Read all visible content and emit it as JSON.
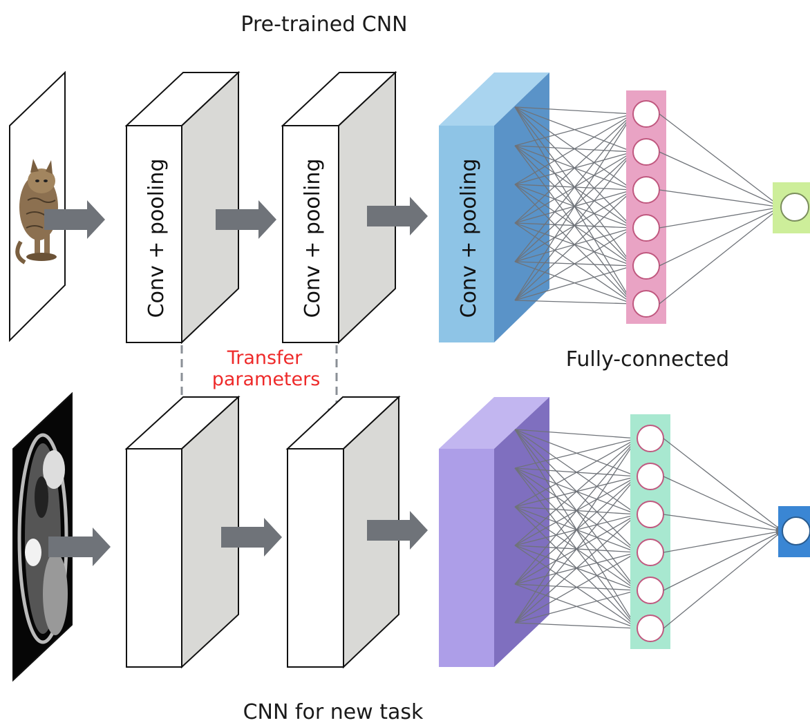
{
  "diagram": {
    "top_title": "Pre-trained CNN",
    "bottom_title": "CNN for new task",
    "fully_connected_label": "Fully-connected",
    "transfer_label_line1": "Transfer",
    "transfer_label_line2": "parameters",
    "conv_label": "Conv + pooling",
    "top_row": {
      "input_image": "cat photo",
      "fc_nodes": 6,
      "fc_bar_color": "#e9a3c4",
      "conv3_color": "#8ec4e6",
      "output_color": "#cdee9a"
    },
    "bottom_row": {
      "input_image": "abdominal CT scan",
      "fc_nodes": 6,
      "fc_bar_color": "#a8e8d0",
      "conv3_color": "#ad9ee8",
      "output_color": "#3a86d4"
    },
    "colors": {
      "arrow": "#6f7379",
      "box_side": "#d9d9d6",
      "transfer_text": "#ee2a2a",
      "dashed": "#8a8f96"
    }
  }
}
